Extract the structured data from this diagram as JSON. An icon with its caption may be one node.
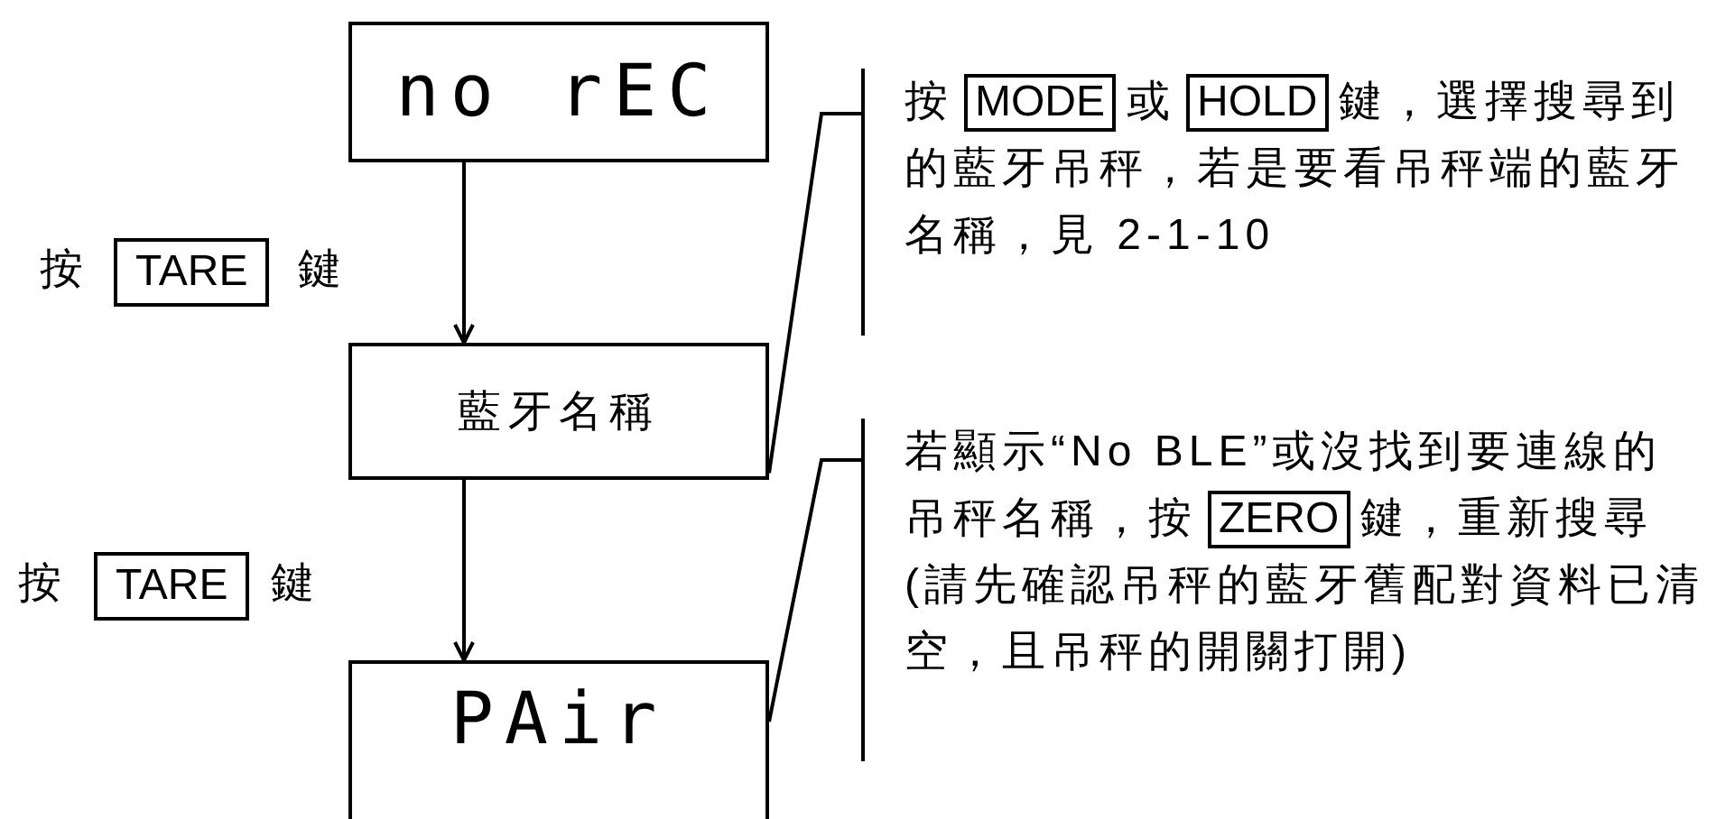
{
  "diagram": {
    "nodes": [
      {
        "text": [
          "no rEC"
        ]
      },
      {
        "text": [
          "藍牙名稱"
        ]
      },
      {
        "text": [
          "PAir"
        ]
      },
      {
        "text": [
          "按",
          "MODE",
          "或",
          "HOLD",
          "鍵，選擇搜尋到的藍牙吊秤，若是要看吊秤端的藍牙名稱，見 2-1-10"
        ]
      },
      {
        "text": [
          "若顯示“No BLE”或沒找到要連線的吊秤名稱，按",
          "ZERO",
          "鍵，重新搜尋(請先確認吊秤的藍牙舊配對資料已清空，且吊秤的開關打開)"
        ]
      }
    ],
    "edges": [
      {
        "from": 0,
        "to": 1,
        "arrow": "to"
      },
      {
        "from": 1,
        "to": 2,
        "arrow": "to"
      },
      {
        "from": 3,
        "to": 1,
        "arrow": "none"
      },
      {
        "from": 4,
        "to": 2,
        "arrow": "none"
      }
    ],
    "labels": [
      "按",
      "TARE",
      "鍵",
      "按",
      "TARE",
      "鍵"
    ]
  }
}
